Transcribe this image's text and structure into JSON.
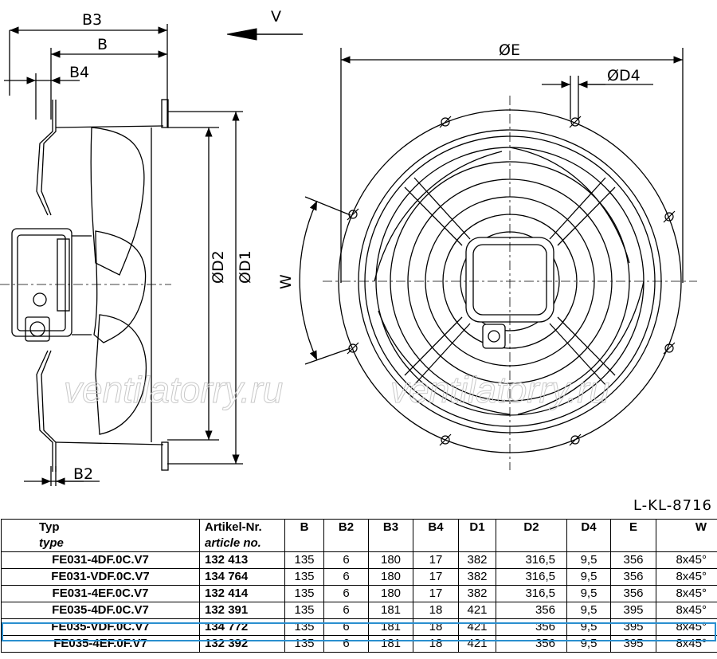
{
  "drawing": {
    "dims_side": {
      "b3": "B3",
      "b": "B",
      "b4": "B4",
      "b2": "B2",
      "d2": "ØD2",
      "d1": "ØD1"
    },
    "view_arrow": "V",
    "dims_front": {
      "e": "ØE",
      "d4": "ØD4",
      "w": "W"
    },
    "watermark": "ventilatorry.ru",
    "drawing_code": "L-KL-8716"
  },
  "table": {
    "headers": [
      {
        "top": "Typ",
        "bottom": "type"
      },
      {
        "top": "Artikel-Nr.",
        "bottom": "article no."
      },
      {
        "top": "B",
        "bottom": ""
      },
      {
        "top": "B2",
        "bottom": ""
      },
      {
        "top": "B3",
        "bottom": ""
      },
      {
        "top": "B4",
        "bottom": ""
      },
      {
        "top": "D1",
        "bottom": ""
      },
      {
        "top": "D2",
        "bottom": ""
      },
      {
        "top": "D4",
        "bottom": ""
      },
      {
        "top": "E",
        "bottom": ""
      },
      {
        "top": "W",
        "bottom": ""
      }
    ],
    "rows": [
      [
        "FE031-4DF.0C.V7",
        "132 413",
        "135",
        "6",
        "180",
        "17",
        "382",
        "316,5",
        "9,5",
        "356",
        "8x45°"
      ],
      [
        "FE031-VDF.0C.V7",
        "134 764",
        "135",
        "6",
        "180",
        "17",
        "382",
        "316,5",
        "9,5",
        "356",
        "8x45°"
      ],
      [
        "FE031-4EF.0C.V7",
        "132 414",
        "135",
        "6",
        "180",
        "17",
        "382",
        "316,5",
        "9,5",
        "356",
        "8x45°"
      ],
      [
        "FE035-4DF.0C.V7",
        "132 391",
        "135",
        "6",
        "181",
        "18",
        "421",
        "356",
        "9,5",
        "395",
        "8x45°"
      ],
      [
        "FE035-VDF.0C.V7",
        "134 772",
        "135",
        "6",
        "181",
        "18",
        "421",
        "356",
        "9,5",
        "395",
        "8x45°"
      ],
      [
        "FE035-4EF.0F.V7",
        "132 392",
        "135",
        "6",
        "181",
        "18",
        "421",
        "356",
        "9,5",
        "395",
        "8x45°"
      ]
    ],
    "highlight_color": "#2a8fcf"
  }
}
